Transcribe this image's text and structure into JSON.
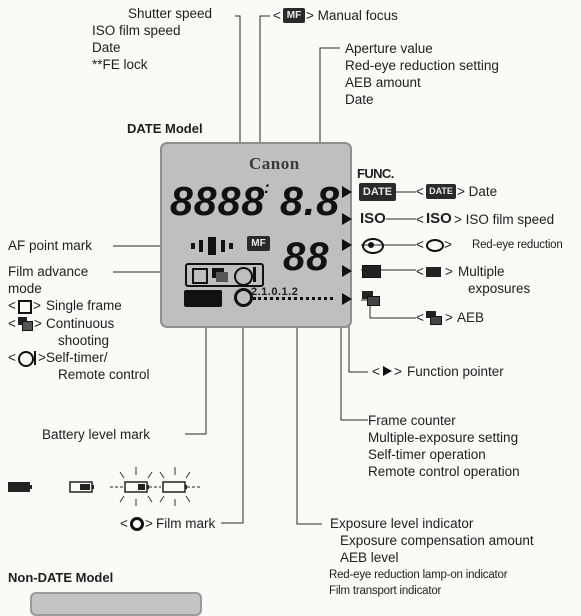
{
  "shutter_group": [
    "Shutter speed",
    "ISO film speed",
    "Date",
    "**FE lock"
  ],
  "manual_focus": {
    "prefix": "<",
    "icon": "MF",
    "label": "> Manual focus"
  },
  "aperture_group": [
    "Aperture value",
    "Red-eye reduction setting",
    "AEB amount",
    "Date"
  ],
  "date_model_title": "DATE Model",
  "non_date_model_title": "Non-DATE Model",
  "lcd": {
    "brand": "Canon",
    "func": "FUNC.",
    "digits_main": "8888",
    "digits_aperture": "8.8",
    "digits_counter": "88",
    "date_badge": "DATE",
    "iso_badge": "ISO",
    "mf_badge": "MF",
    "scale": "2.1.0.1.2"
  },
  "right_labels": {
    "date": {
      "prefix": "<",
      "badge": "DATE",
      "label": "> Date"
    },
    "iso": {
      "prefix": "<",
      "badge": "ISO",
      "label": "> ISO film speed"
    },
    "redeye": {
      "label": "Red-eye reduction"
    },
    "multiple": [
      "Multiple",
      "exposures"
    ],
    "aeb": {
      "label": "AEB"
    }
  },
  "af_point": "AF point mark",
  "film_advance": [
    "Film advance",
    "mode"
  ],
  "single_frame": "Single frame",
  "continuous": [
    "Continuous",
    "shooting"
  ],
  "self_timer": [
    "Self-timer/",
    "Remote control"
  ],
  "function_pointer": "Function pointer",
  "frame_counter_group": [
    "Frame counter",
    "Multiple-exposure setting",
    "Self-timer operation",
    "Remote control operation"
  ],
  "battery_level": "Battery level mark",
  "film_mark": "Film mark",
  "exposure_group": {
    "title": "Exposure level indicator",
    "items": [
      "Exposure compensation amount",
      "AEB level"
    ],
    "small_items": [
      "Red-eye reduction lamp-on indicator",
      "Film transport indicator"
    ]
  },
  "colors": {
    "lcd_bg": "#bfbfbf",
    "lcd_border": "#8e8e8e",
    "segment": "#111111"
  }
}
